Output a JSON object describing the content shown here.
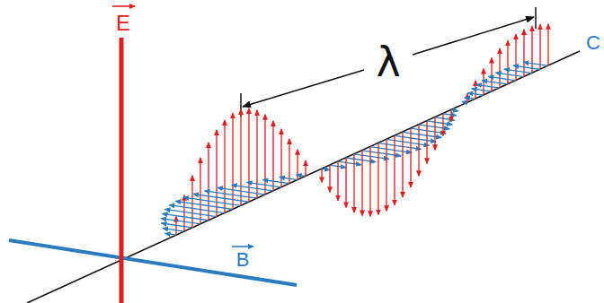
{
  "diagram": {
    "labels": [
      "λ",
      "E",
      "B",
      "C"
    ]
  }
}
